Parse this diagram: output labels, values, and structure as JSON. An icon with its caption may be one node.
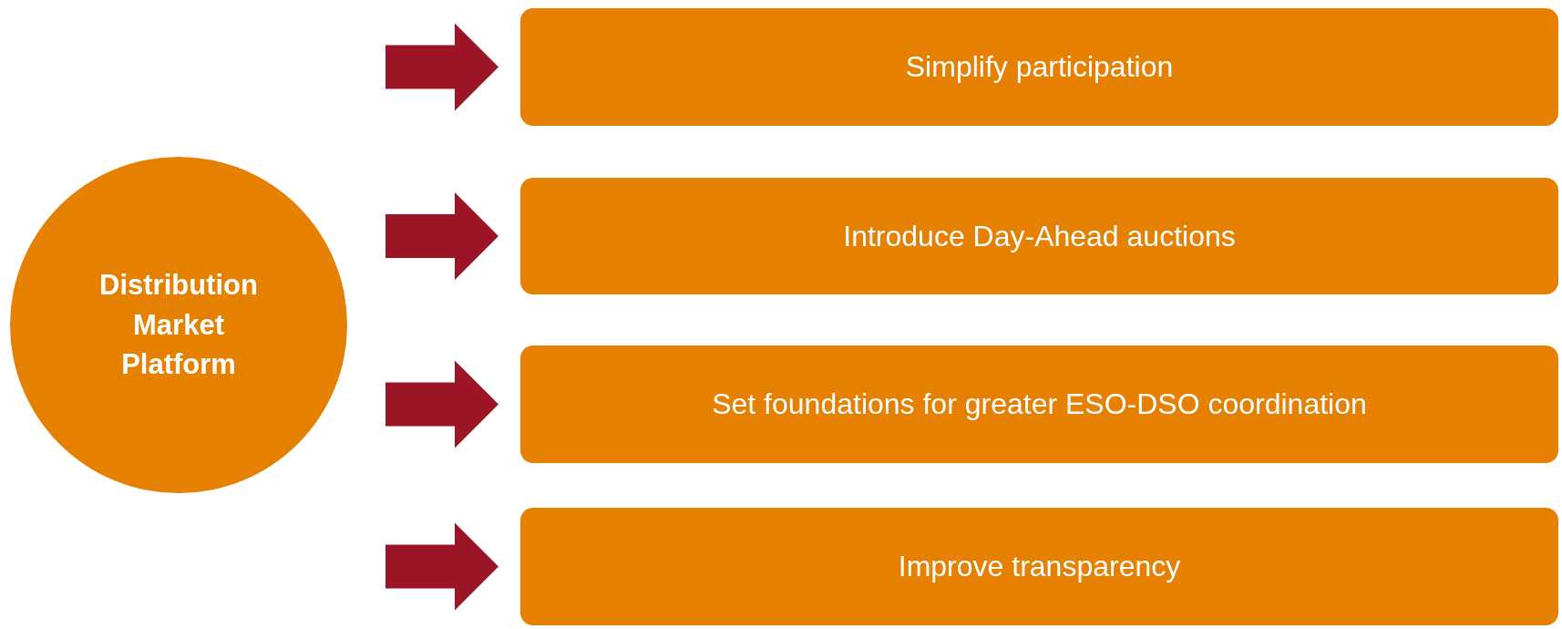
{
  "diagram": {
    "nodes": [
      {
        "text": [
          "Distribution Market Platform"
        ]
      },
      {
        "text": [
          "Simplify participation"
        ]
      },
      {
        "text": [
          "Introduce Day-Ahead auctions"
        ]
      },
      {
        "text": [
          "Set foundations for greater ESO-DSO coordination"
        ]
      },
      {
        "text": [
          "Improve transparency"
        ]
      }
    ],
    "edges": [
      {
        "from": null,
        "to": 1,
        "arrow": "to"
      },
      {
        "from": null,
        "to": 2,
        "arrow": "to"
      },
      {
        "from": null,
        "to": 3,
        "arrow": "to"
      },
      {
        "from": null,
        "to": 4,
        "arrow": "to"
      }
    ]
  }
}
